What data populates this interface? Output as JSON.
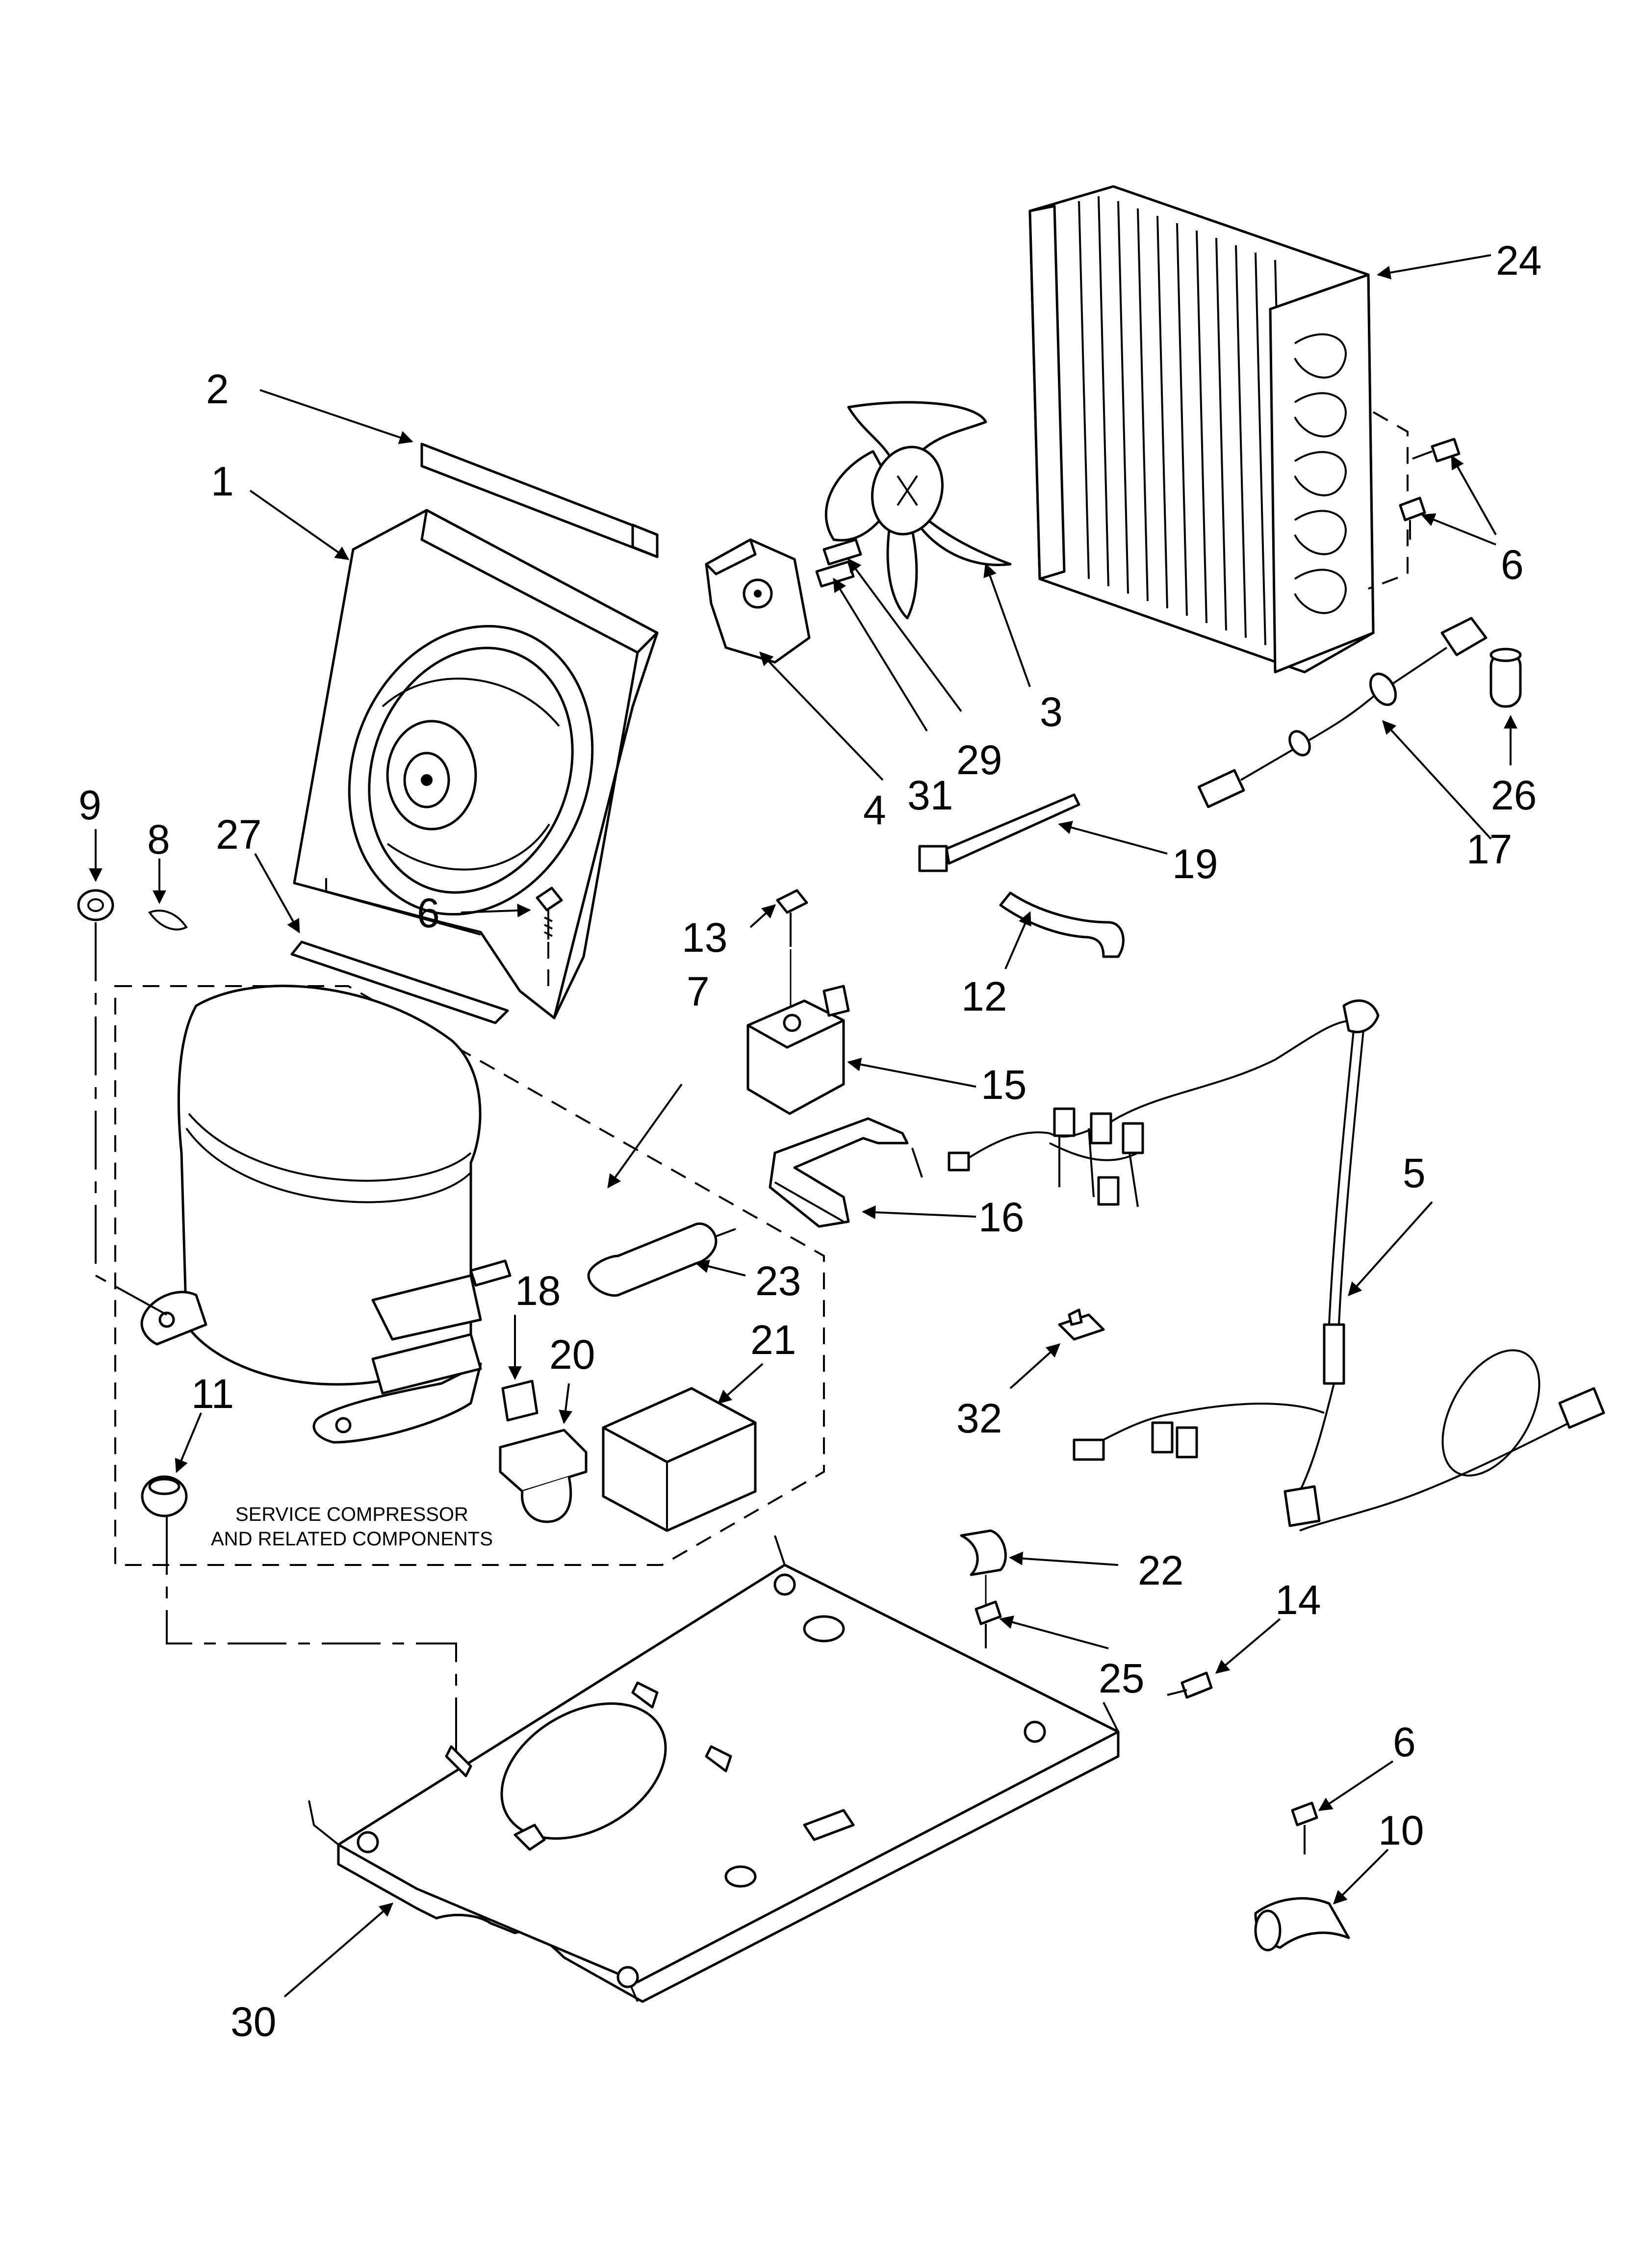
{
  "callouts": [
    "1",
    "2",
    "3",
    "4",
    "5",
    "6",
    "6",
    "6",
    "7",
    "8",
    "9",
    "10",
    "11",
    "12",
    "13",
    "14",
    "15",
    "16",
    "17",
    "18",
    "19",
    "20",
    "21",
    "22",
    "23",
    "24",
    "25",
    "26",
    "27",
    "29",
    "30",
    "31",
    "32"
  ],
  "note": {
    "line1": "SERVICE COMPRESSOR",
    "line2": "AND RELATED COMPONENTS"
  }
}
